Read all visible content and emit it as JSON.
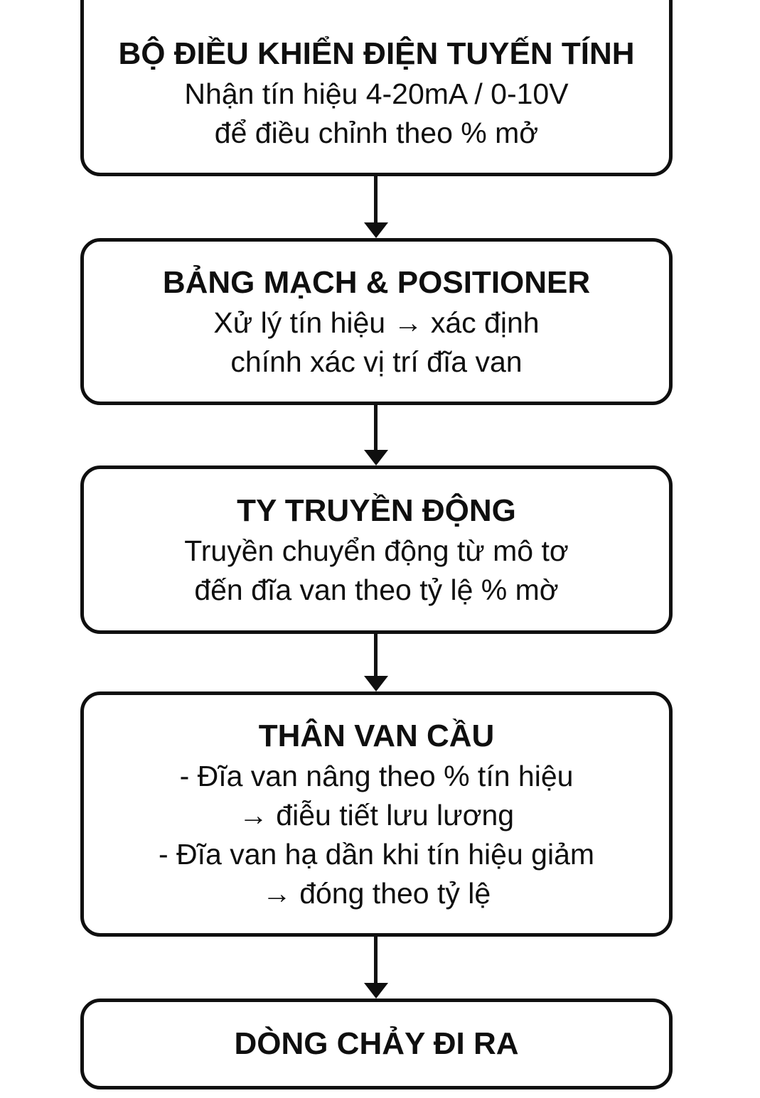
{
  "flowchart": {
    "colors": {
      "stroke": "#0f0f0f",
      "text": "#0f0f0f",
      "background": "#ffffff"
    },
    "nodes": [
      {
        "title": "BỘ ĐIỀU KHIỂN ĐIỆN TUYẾN TÍNH",
        "lines": [
          "Nhận tín hiệu 4-20mA / 0-10V",
          "để điều chỉnh theo % mở"
        ]
      },
      {
        "title": "BẢNG MẠCH & POSITIONER",
        "lines": [
          "Xử lý tín hiệu → xác định",
          "chính xác vị trí đĩa van"
        ]
      },
      {
        "title": "TY TRUYỀN ĐỘNG",
        "lines": [
          "Truyền chuyển động từ mô tơ",
          "đến đĩa van theo tỷ lệ % mờ"
        ]
      },
      {
        "title": "THÂN VAN CẦU",
        "lines": [
          "- Đĩa van nâng theo % tín hiệu",
          "→ điễu tiết lưu lương",
          "- Đĩa van hạ dần khi tín hiệu giảm",
          "→ đóng theo tỷ lệ"
        ]
      },
      {
        "title": "DÒNG CHẢY ĐI RA",
        "lines": []
      }
    ]
  }
}
